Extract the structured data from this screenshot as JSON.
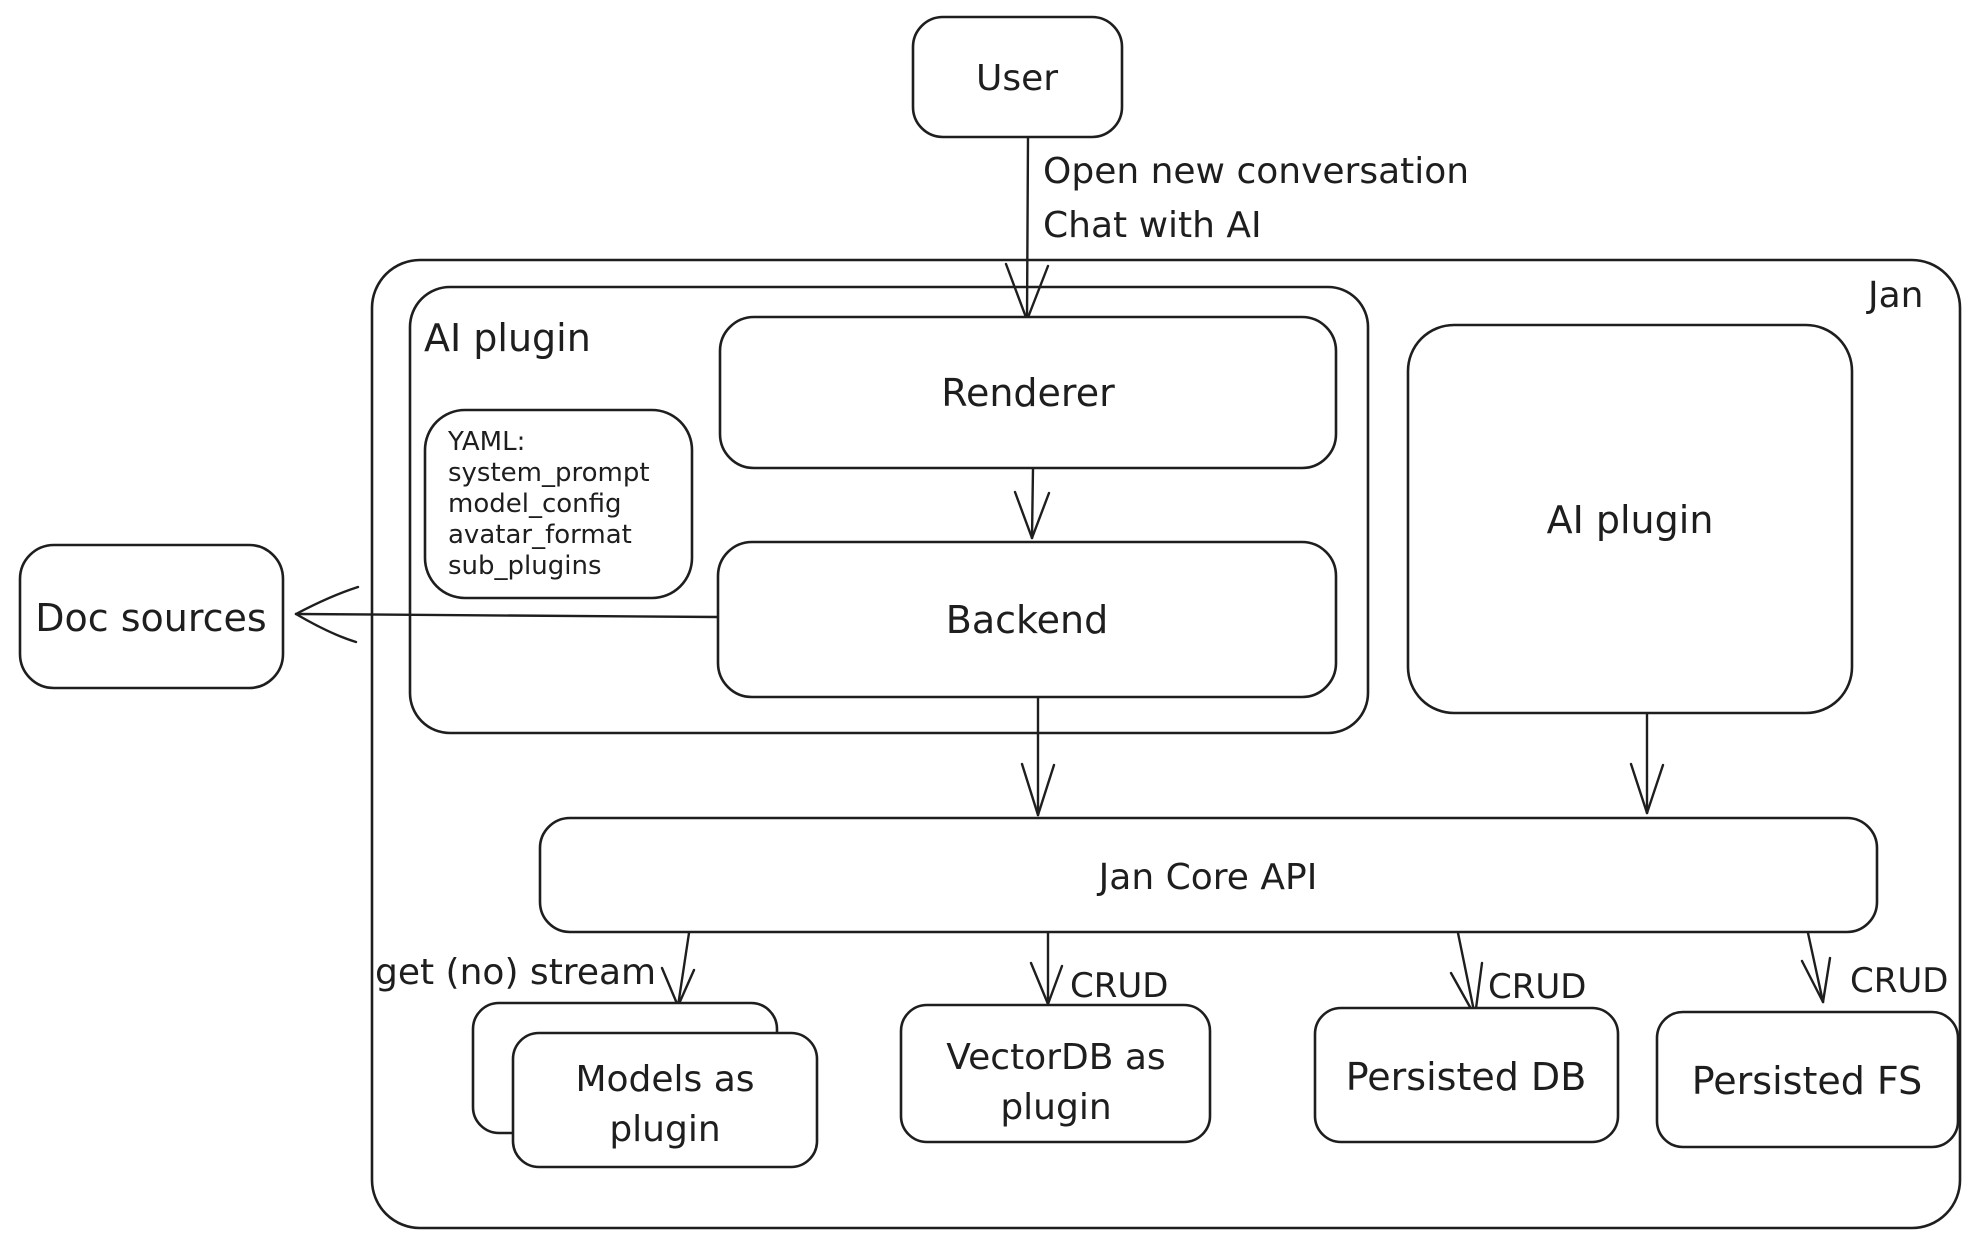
{
  "diagram": {
    "user_box": {
      "label": "User"
    },
    "flow_user_to_renderer": {
      "label_line1": "Open new conversation",
      "label_line2": "Chat with AI"
    },
    "jan_container": {
      "label": "Jan"
    },
    "ai_plugin_group": {
      "label": "AI plugin"
    },
    "renderer_box": {
      "label": "Renderer"
    },
    "yaml_note": {
      "lines": [
        "YAML:",
        "system_prompt",
        "model_config",
        "avatar_format",
        "sub_plugins"
      ]
    },
    "backend_box": {
      "label": "Backend"
    },
    "ai_plugin_box": {
      "label": "AI plugin"
    },
    "doc_sources_box": {
      "label": "Doc sources"
    },
    "jan_core_api_box": {
      "label": "Jan Core API"
    },
    "edge_labels": {
      "get_no_stream": "get (no) stream",
      "crud_vectordb": "CRUD",
      "crud_persisted_db": "CRUD",
      "crud_persisted_fs": "CRUD"
    },
    "models_box": {
      "label_line1": "Models as",
      "label_line2": "plugin"
    },
    "vectordb_box": {
      "label_line1": "VectorDB as",
      "label_line2": "plugin"
    },
    "persisted_db_box": {
      "label": "Persisted DB"
    },
    "persisted_fs_box": {
      "label": "Persisted FS"
    },
    "colors": {
      "stroke": "#1e1e1e",
      "background": "#ffffff"
    }
  }
}
